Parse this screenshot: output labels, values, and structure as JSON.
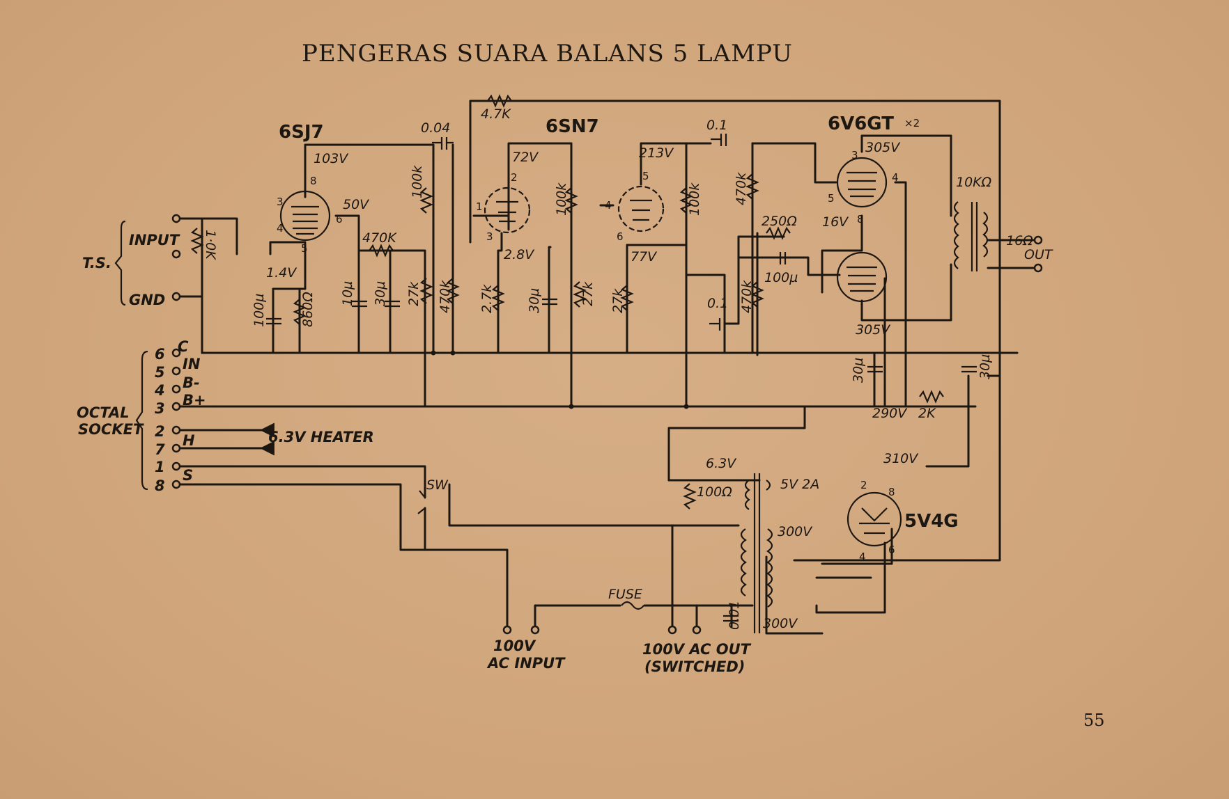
{
  "title": "PENGERAS SUARA BALANS 5 LAMPU",
  "page_number": "55",
  "tubes": {
    "v1": "6SJ7",
    "v2": "6SN7",
    "v3": "6V6GT",
    "v3_count": "×2",
    "rect": "5V4G"
  },
  "values": {
    "r_input": "1·0K",
    "r_fb": "4.7K",
    "r_470k_a": "470K",
    "c_004": "0.04",
    "r_100k_a": "100k",
    "r_27k_a": "27k",
    "r_470k_b": "470k",
    "c_10u": "10µ",
    "c_30u_a": "30µ",
    "c_100u_a": "100µ",
    "r_860": "860Ω",
    "r_27k_b": "2.7k",
    "c_30u_b": "30µ",
    "r_27k_c": "27k",
    "r_100k_b": "100k",
    "r_27k_d": "27k",
    "r_100k_c": "100k",
    "c_01_a": "0.1",
    "c_01_b": "0.1",
    "r_470k_c": "470k",
    "r_470k_d": "470k",
    "r_250": "250Ω",
    "c_100u_b": "100µ",
    "ot_10k": "10KΩ",
    "ot_16": "16Ω",
    "out": "OUT",
    "c_30u_c": "30µ",
    "c_30u_d": "30µ",
    "r_2k": "2K",
    "pt_63": "6.3V",
    "pt_5v": "5V 2A",
    "pt_300a": "300V",
    "pt_300b": "300V",
    "r_100ohm": "100Ω",
    "c_001": "0.01",
    "fuse": "FUSE",
    "sw": "SW"
  },
  "voltages": {
    "v103": "103V",
    "v50": "50V",
    "v14": "1.4V",
    "v72": "72V",
    "v28": "2.8V",
    "v213": "213V",
    "v77": "77V",
    "v305a": "305V",
    "v16": "16V",
    "v305b": "305V",
    "v290": "290V",
    "v310": "310V"
  },
  "pins": {
    "p8": "8",
    "p3": "3",
    "p4": "4",
    "p6": "6",
    "p5": "5",
    "q2": "2",
    "q1": "1",
    "q3": "3",
    "q4": "4",
    "q5": "5",
    "q6": "6",
    "r3": "3",
    "r4": "4",
    "r5": "5",
    "r8": "8",
    "s2": "2",
    "s8": "8",
    "s4": "4",
    "s6": "6"
  },
  "ts": {
    "name": "T.S.",
    "input": "INPUT",
    "gnd": "GND"
  },
  "octal": {
    "label_1": "OCTAL",
    "label_2": "SOCKET",
    "pins": [
      {
        "num": "6",
        "tag": "C"
      },
      {
        "num": "5",
        "tag": "IN"
      },
      {
        "num": "4",
        "tag": "B-"
      },
      {
        "num": "3",
        "tag": "B+"
      },
      {
        "num": "2",
        "tag": ""
      },
      {
        "num": "7",
        "tag": "H"
      },
      {
        "num": "1",
        "tag": ""
      },
      {
        "num": "8",
        "tag": "S"
      }
    ],
    "heater": "6.3V HEATER"
  },
  "ac": {
    "in_1": "100V",
    "in_2": "AC INPUT",
    "out_1": "100V AC OUT",
    "out_2": "(SWITCHED)"
  }
}
